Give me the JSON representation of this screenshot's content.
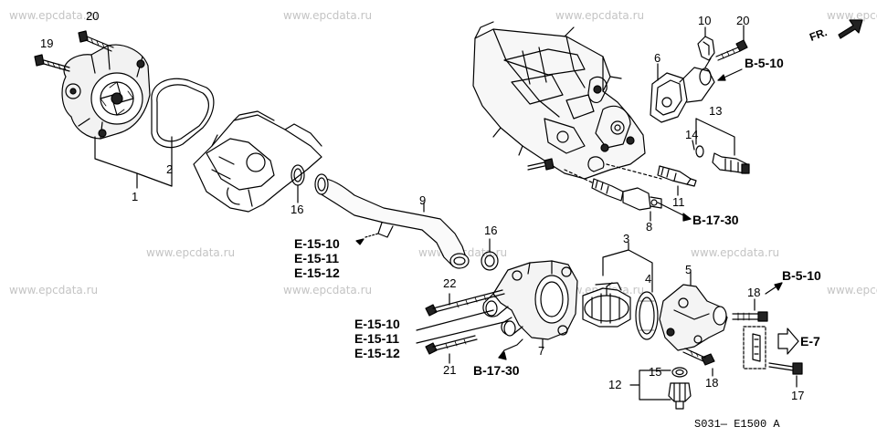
{
  "watermark": "www.epcdata.ru",
  "part_numbers": {
    "p1": "1",
    "p2": "2",
    "p3": "3",
    "p4": "4",
    "p5": "5",
    "p6": "6",
    "p7": "7",
    "p8": "8",
    "p9": "9",
    "p10": "10",
    "p11": "11",
    "p12": "12",
    "p13": "13",
    "p14": "14",
    "p15": "15",
    "p16a": "16",
    "p16b": "16",
    "p17": "17",
    "p18a": "18",
    "p18b": "18",
    "p19": "19",
    "p20a": "20",
    "p20b": "20",
    "p21": "21",
    "p22": "22"
  },
  "references": {
    "b510_top": "B-5-10",
    "b1730_right": "B-17-30",
    "e1510_left": "E-15-10",
    "e1511_left": "E-15-11",
    "e1512_left": "E-15-12",
    "b510_mid": "B-5-10",
    "e1510_mid": "E-15-10",
    "e1511_mid": "E-15-11",
    "e1512_mid": "E-15-12",
    "b1730_bottom": "B-17-30",
    "e7": "E-7",
    "fr": "FR."
  },
  "diagram_code": "S031— E1500 A"
}
